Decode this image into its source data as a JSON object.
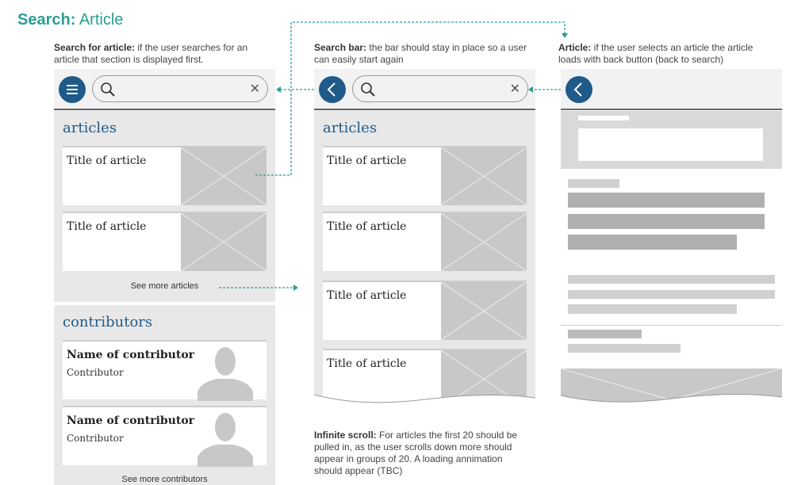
{
  "title": {
    "bold": "Search:",
    "rest": "Article"
  },
  "notes": {
    "search": {
      "bold": "Search for article:",
      "text": " if the user searches for an article that section is displayed first."
    },
    "bar": {
      "bold": "Search bar:",
      "text": " the bar should stay in place so a user can easily start again"
    },
    "article": {
      "bold": "Article:",
      "text": " if the user selects an article the article loads with back button (back to search)"
    },
    "scroll": {
      "bold": "Infinite scroll:",
      "text": " For articles the first 20 should be pulled in, as the user scrolls down more should appear in groups of 20. A loading annimation should appear (TBC)"
    }
  },
  "panel1": {
    "articles_heading": "articles",
    "article_titles": [
      "Title of article",
      "Title of article"
    ],
    "see_more_articles": "See more articles",
    "contributors_heading": "contributors",
    "contributors": [
      {
        "name": "Name of contributor",
        "role": "Contributor"
      },
      {
        "name": "Name of contributor",
        "role": "Contributor"
      }
    ],
    "see_more_contributors": "See more contributors"
  },
  "panel2": {
    "articles_heading": "articles",
    "article_titles": [
      "Title of article",
      "Title of article",
      "Title of article",
      "Title of article"
    ]
  },
  "colors": {
    "accent": "#2a9d93",
    "brand": "#1f5a8a"
  }
}
